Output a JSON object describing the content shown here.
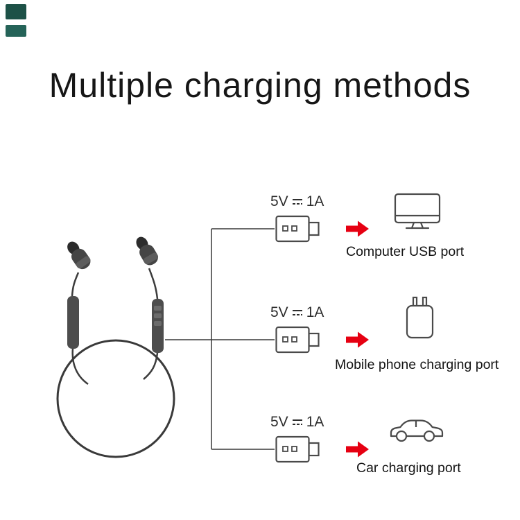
{
  "title": "Multiple charging methods",
  "colors": {
    "arrow_red": "#e60012",
    "connector_line": "#383838",
    "icon_stroke": "#4a4a4a",
    "badge_teal": "#1d5147"
  },
  "rows": [
    {
      "voltage": "5V",
      "current": "1A",
      "dc_icon": "dc-symbol-icon",
      "usb_icon": "usb-plug-icon",
      "arrow_icon": "arrow-right-icon",
      "device_icon": "computer-monitor-icon",
      "label": "Computer USB port"
    },
    {
      "voltage": "5V",
      "current": "1A",
      "dc_icon": "dc-symbol-icon",
      "usb_icon": "usb-plug-icon",
      "arrow_icon": "arrow-right-icon",
      "device_icon": "phone-charger-icon",
      "label": "Mobile phone charging port"
    },
    {
      "voltage": "5V",
      "current": "1A",
      "dc_icon": "dc-symbol-icon",
      "usb_icon": "usb-plug-icon",
      "arrow_icon": "arrow-right-icon",
      "device_icon": "car-icon",
      "label": "Car charging port"
    }
  ],
  "illustration": "neckband-earphones"
}
